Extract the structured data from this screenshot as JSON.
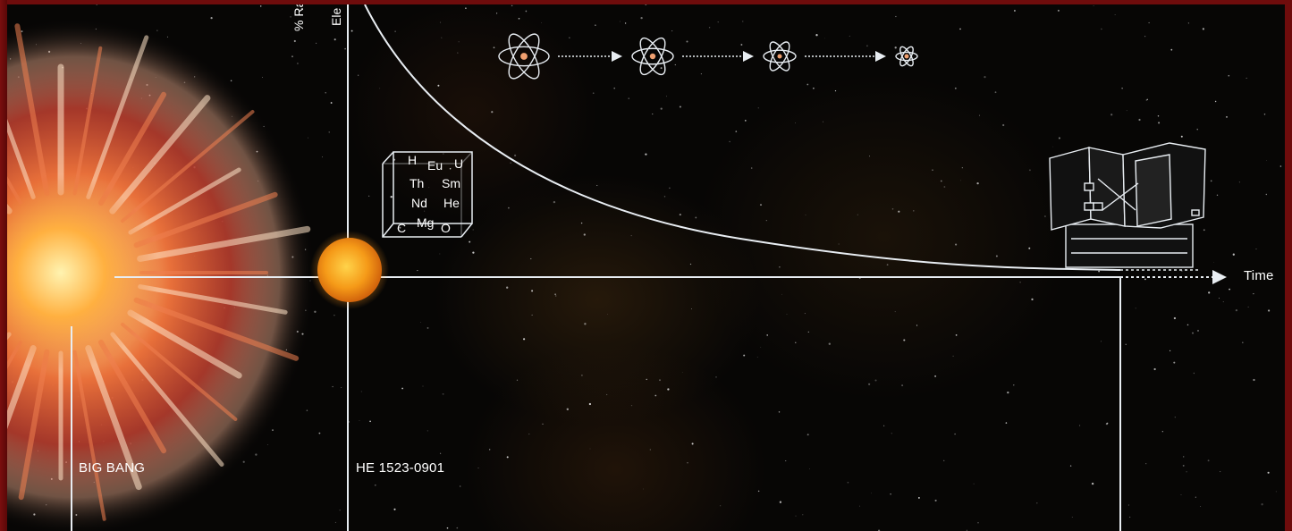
{
  "labels": {
    "big_bang": "BIG BANG",
    "star": "HE 1523-0901",
    "time_axis": "Time",
    "y_axis_partial_1": "% Ra",
    "y_axis_partial_2": "Ele"
  },
  "elements_cube": {
    "row1": [
      "H",
      "Eu",
      "U"
    ],
    "row2": [
      "Th",
      "Sm"
    ],
    "row3": [
      "Nd",
      "He"
    ],
    "row4": [
      "C",
      "Mg",
      "O"
    ]
  },
  "icons": {
    "atoms": [
      "atom-icon",
      "atom-icon",
      "atom-icon",
      "atom-icon"
    ],
    "telescope": "telescope-icon",
    "sun": "star-icon",
    "explosion": "big-bang-icon"
  },
  "colors": {
    "line": "#e8edf2",
    "background": "#070605",
    "frame": "#6e0c0c",
    "star": "#f5a623"
  }
}
